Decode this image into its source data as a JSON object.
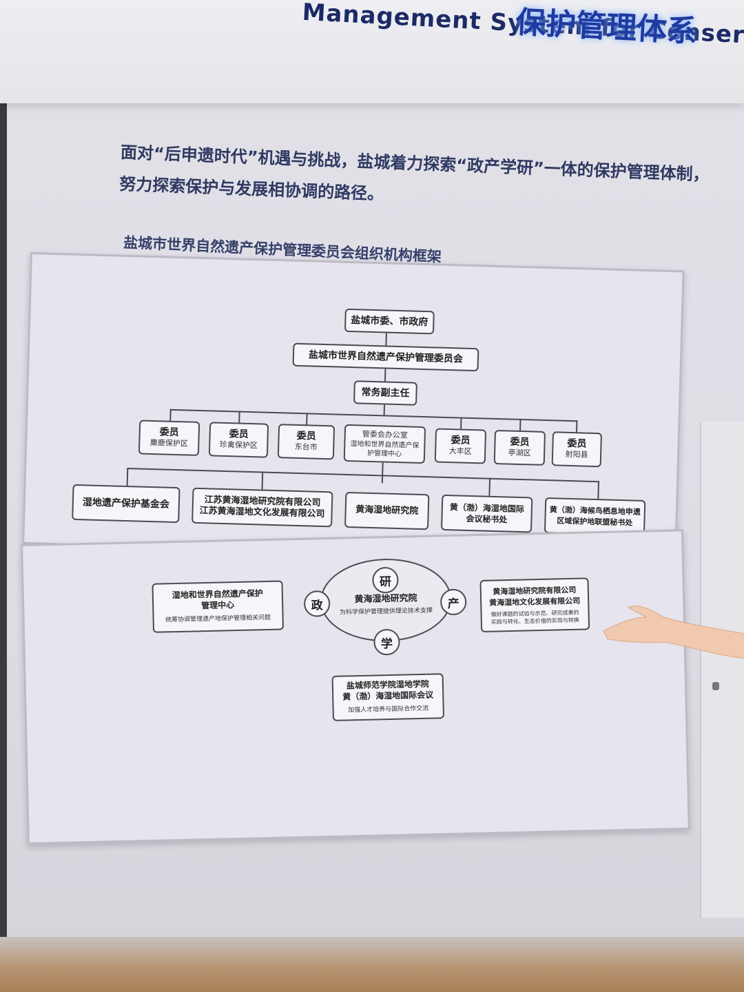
{
  "banner": {
    "english": "Management System for Conservation",
    "chinese": "保护管理体系"
  },
  "intro": {
    "line1": "面对“后申遗时代”机遇与挑战，盐城着力探索“政产学研”一体的保护管理体制，",
    "line2": "努力探索保护与发展相协调的路径。"
  },
  "section_title": "盐城市世界自然遗产保护管理委员会组织机构框架",
  "org_chart": {
    "top": "盐城市委、市政府",
    "committee": "盐城市世界自然遗产保护管理委员会",
    "vice_director": "常务副主任",
    "level3": [
      {
        "title": "委员",
        "sub": "麋鹿保护区"
      },
      {
        "title": "委员",
        "sub": "珍禽保护区"
      },
      {
        "title": "委员",
        "sub": "东台市"
      },
      {
        "title": "管委会办公室",
        "sub": "湿地和世界自然遗产保护管理中心"
      },
      {
        "title": "委员",
        "sub": "大丰区"
      },
      {
        "title": "委员",
        "sub": "亭湖区"
      },
      {
        "title": "委员",
        "sub": "射阳县"
      }
    ],
    "level4": [
      {
        "line1": "湿地遗产保护基金会",
        "line2": ""
      },
      {
        "line1": "江苏黄海湿地研究院有限公司",
        "line2": "江苏黄海湿地文化发展有限公司"
      },
      {
        "line1": "黄海湿地研究院",
        "line2": ""
      },
      {
        "line1": "黄（渤）海湿地国际",
        "line2": "会议秘书处"
      },
      {
        "line1": "黄（渤）海候鸟栖息地申遗",
        "line2": "区域保护地联盟秘书处"
      }
    ]
  },
  "model": {
    "center": {
      "title": "黄海湿地研究院",
      "desc": "为科学保护管理提供理论技术支撑"
    },
    "labels": {
      "yan": "研",
      "zheng": "政",
      "chan": "产",
      "xue": "学"
    },
    "left": {
      "line1": "湿地和世界自然遗产保护",
      "line2": "管理中心",
      "desc": "统筹协调管理遗产地保护管理相关问题"
    },
    "right": {
      "line1": "黄海湿地研究院有限公司",
      "line2": "黄海湿地文化发展有限公司",
      "desc1": "做好课题的试验与示范、研究成果的",
      "desc2": "实践与转化、生态价值的实现与转换"
    },
    "bottom": {
      "line1": "盐城师范学院湿地学院",
      "line2": "黄（渤）海湿地国际会议",
      "desc": "加强人才培养与国际合作交流"
    }
  }
}
